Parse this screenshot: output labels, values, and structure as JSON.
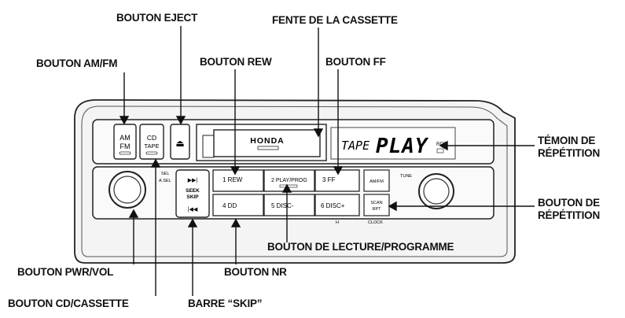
{
  "labels": {
    "eject": "BOUTON EJECT",
    "cassette_slot": "FENTE DE LA CASSETTE",
    "am_fm": "BOUTON AM/FM",
    "rew": "BOUTON REW",
    "ff": "BOUTON FF",
    "repeat_indicator_1": "TÉMOIN DE",
    "repeat_indicator_2": "RÉPÉTITION",
    "repeat_button_1": "BOUTON DE",
    "repeat_button_2": "RÉPÉTITION",
    "play_program": "BOUTON DE LECTURE/PROGRAMME",
    "pwr_vol": "BOUTON PWR/VOL",
    "nr": "BOUTON NR",
    "cd_cassette": "BOUTON CD/CASSETTE",
    "skip_bar": "BARRE “SKIP”"
  },
  "device": {
    "btn_am": "AM",
    "btn_fm": "FM",
    "btn_cd": "CD",
    "btn_tape": "TAPE",
    "eject_symbol": "⏏",
    "brand": "HONDA",
    "display_mode": "TAPE",
    "display_status": "PLAY",
    "display_rpt": "RPT",
    "skip_fwd": "▶▶|",
    "skip_label": "SEEK",
    "skip_label2": "SKIP",
    "skip_back": "|◀◀",
    "small_sel": "SEL",
    "small_ls": "A.SEL",
    "preset_1": "1  REW",
    "preset_2": "2 PLAY/PROG",
    "preset_3": "3   FF",
    "preset_4": "4    DD",
    "preset_5": "5  DISC-",
    "preset_6": "6  DISC+",
    "btn_am_fm_ls": "AM/FM",
    "btn_tune": "TUNE",
    "btn_scan": "SCAN",
    "btn_rpt": "RPT",
    "clock": "CLOCK",
    "h_mark": "H"
  }
}
